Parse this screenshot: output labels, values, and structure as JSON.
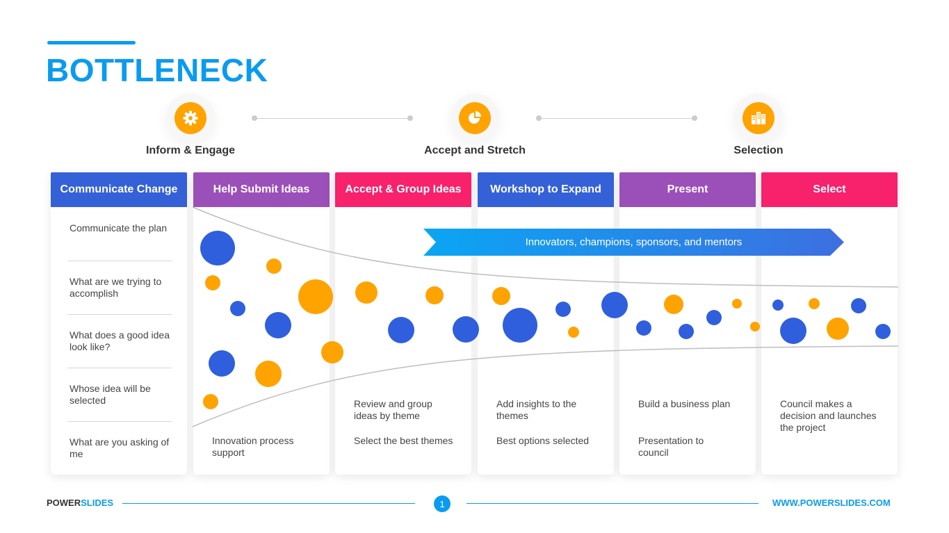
{
  "title": "BOTTLENECK",
  "colors": {
    "accent": "#0a9bf0",
    "orange": "#ffa300",
    "dot_blue": "#2f5fdc",
    "blue": "#3461d7",
    "purple": "#9b4fb9",
    "pink": "#f7216c",
    "arrow_start": "#0aa6f3",
    "arrow_end": "#3d6fe0"
  },
  "stages": [
    {
      "label": "Inform & Engage",
      "icon": "gear-icon"
    },
    {
      "label": "Accept and Stretch",
      "icon": "pie-chart-icon"
    },
    {
      "label": "Selection",
      "icon": "buildings-icon"
    }
  ],
  "columns": [
    {
      "header": "Communicate Change",
      "color": "#3461d7"
    },
    {
      "header": "Help Submit Ideas",
      "color": "#9b4fb9"
    },
    {
      "header": "Accept & Group Ideas",
      "color": "#f7216c"
    },
    {
      "header": "Workshop to Expand",
      "color": "#3461d7"
    },
    {
      "header": "Present",
      "color": "#9b4fb9"
    },
    {
      "header": "Select",
      "color": "#f7216c"
    }
  ],
  "questions": [
    "Communicate the plan",
    "What are we trying to accomplish",
    "What does a good idea look like?",
    "Whose idea will be selected",
    "What are you asking of me"
  ],
  "notes": {
    "help_submit": "Innovation process support",
    "accept_group": [
      "Review and group ideas by theme",
      "Select the best themes"
    ],
    "workshop": [
      "Add insights to the themes",
      "Best options selected"
    ],
    "present": [
      "Build a business plan",
      "Presentation to council"
    ],
    "select": "Council makes a decision and launches the project"
  },
  "banner": "Innovators, champions, sponsors, and mentors",
  "footer": {
    "brand_prefix": "POWER",
    "brand_suffix": "SLIDES",
    "page": "1",
    "url": "WWW.POWERSLIDES.COM"
  }
}
